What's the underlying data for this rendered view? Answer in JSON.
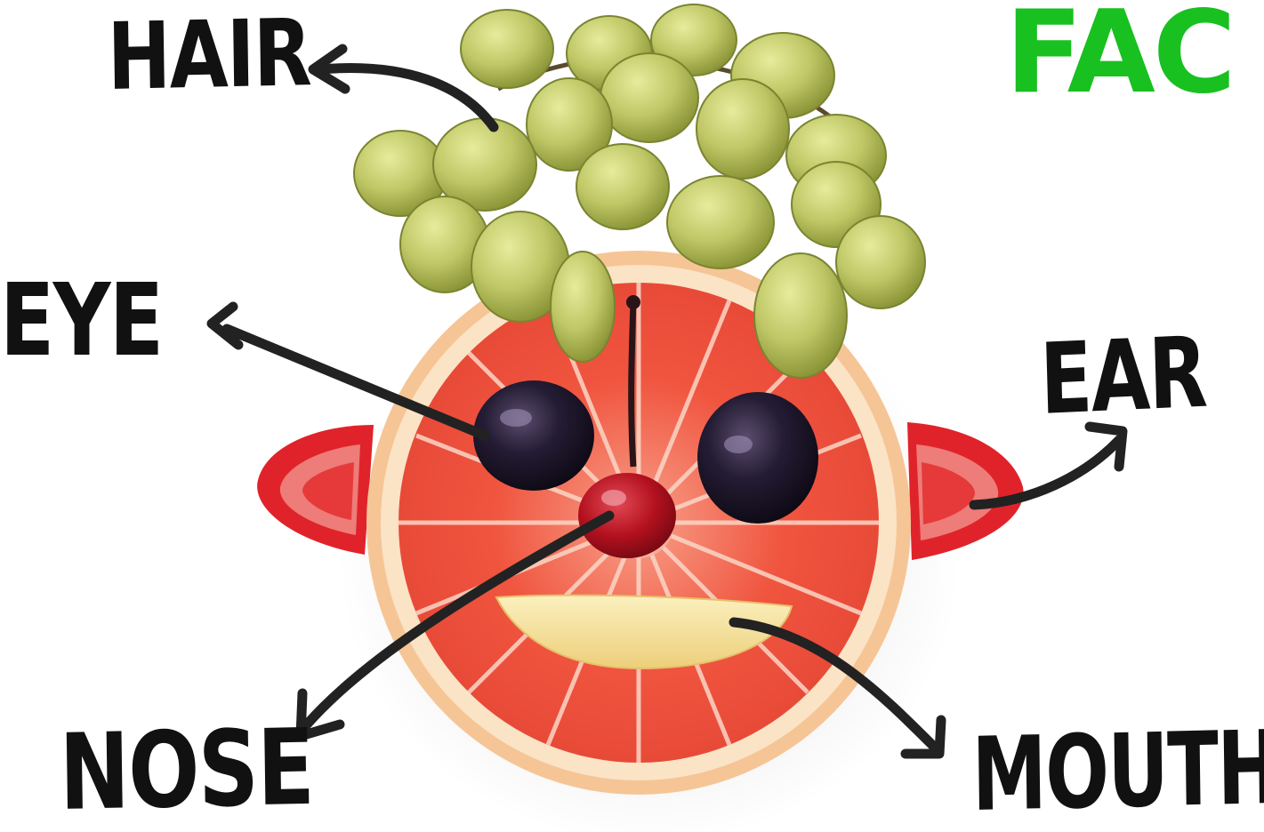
{
  "title": "FAC",
  "labels": {
    "hair": "HAIR",
    "eye": "EYE",
    "ear": "EAR",
    "nose": "NOSE",
    "mouth": "MOUTH"
  },
  "colors": {
    "title": "#18c020",
    "label_text": "#111111",
    "arrow": "#222222",
    "grapefruit_flesh": "#f0553f",
    "grapefruit_rind": "#f6c596",
    "green_grape": "#b8c25e",
    "dark_grape": "#1f1830",
    "strawberry": "#e0232a",
    "cherry": "#b3111e",
    "apple_slice": "#f4e3a0"
  }
}
